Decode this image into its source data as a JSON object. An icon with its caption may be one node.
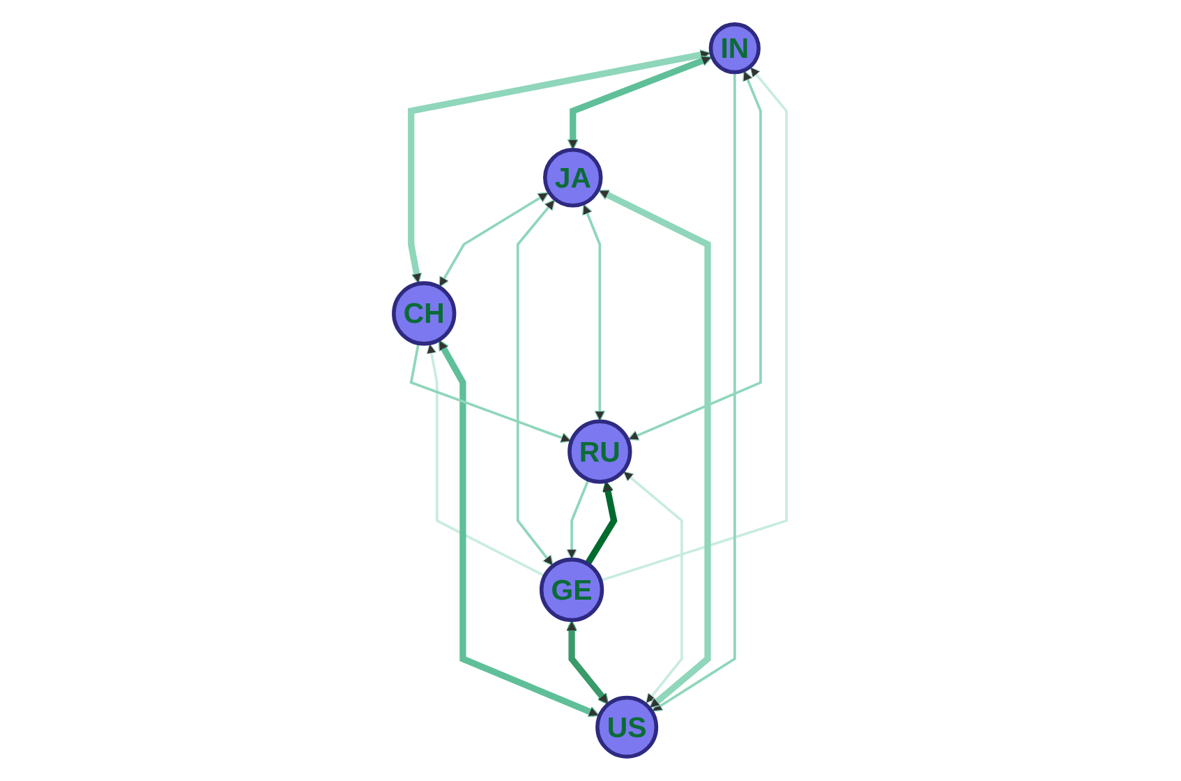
{
  "diagram": {
    "nodes": [
      {
        "text": [
          "IN"
        ]
      },
      {
        "text": [
          "CH"
        ]
      },
      {
        "text": [
          "GE"
        ]
      },
      {
        "text": [
          "RU"
        ]
      },
      {
        "text": [
          "US"
        ]
      },
      {
        "text": [
          "JA"
        ]
      }
    ],
    "edges": [
      {
        "from": 0,
        "to": 1,
        "arrow": "both",
        "style": "thick"
      },
      {
        "from": 2,
        "to": 1,
        "arrow": "to",
        "color": "#c8ece0"
      },
      {
        "from": 4,
        "to": 1,
        "arrow": "both",
        "style": "thick",
        "color": "#5fbf98"
      },
      {
        "from": 5,
        "to": 1,
        "arrow": "both"
      },
      {
        "from": 1,
        "to": 3,
        "arrow": "to"
      },
      {
        "from": 3,
        "to": 0,
        "arrow": "both"
      },
      {
        "from": 0,
        "to": 5,
        "arrow": "both",
        "style": "thick",
        "color": "#5fbf98"
      },
      {
        "from": 2,
        "to": 0,
        "arrow": "to",
        "color": "#c8ece0"
      },
      {
        "from": 0,
        "to": 4,
        "arrow": "to"
      },
      {
        "from": 2,
        "to": 3,
        "arrow": "to",
        "style": "thick",
        "color": "#006b2e"
      },
      {
        "from": 3,
        "to": 2,
        "arrow": "to"
      },
      {
        "from": 5,
        "to": 2,
        "arrow": "both"
      },
      {
        "from": 2,
        "to": 4,
        "arrow": "both",
        "style": "thick",
        "color": "#3a9a6a"
      },
      {
        "from": 4,
        "to": 3,
        "arrow": "both",
        "color": "#c8ece0"
      },
      {
        "from": 5,
        "to": 3,
        "arrow": "both"
      },
      {
        "from": 5,
        "to": 4,
        "arrow": "both",
        "style": "thick"
      }
    ]
  }
}
